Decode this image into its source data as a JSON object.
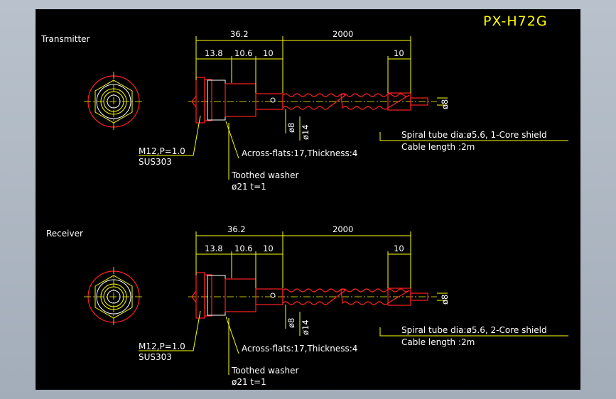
{
  "drawing": {
    "title": "PX-H72G",
    "colors": {
      "background": "#000000",
      "outline": "#ff2020",
      "dimension": "#ffff00",
      "text": "#ffffff"
    },
    "views": [
      {
        "label": "Transmitter",
        "dim_total": "36.2",
        "dim_cable": "2000",
        "dim_a": "13.8",
        "dim_b": "10.6",
        "dim_c": "10",
        "dim_end": "10",
        "dia_small": "ø8",
        "dia_large": "ø14",
        "dia_end": "ø8",
        "thread": "M12,P=1.0",
        "material": "SUS303",
        "across_flats": "Across-flats:17,Thickness:4",
        "washer_title": "Toothed washer",
        "washer_spec": "ø21  t=1",
        "spiral": "Spiral tube dia:ø5.6, 1-Core shield",
        "cable_length": "Cable length :2m"
      },
      {
        "label": "Receiver",
        "dim_total": "36.2",
        "dim_cable": "2000",
        "dim_a": "13.8",
        "dim_b": "10.6",
        "dim_c": "10",
        "dim_end": "10",
        "dia_small": "ø8",
        "dia_large": "ø14",
        "dia_end": "ø8",
        "thread": "M12,P=1.0",
        "material": "SUS303",
        "across_flats": "Across-flats:17,Thickness:4",
        "washer_title": "Toothed washer",
        "washer_spec": "ø21  t=1",
        "spiral": "Spiral tube dia:ø5.6, 2-Core shield",
        "cable_length": "Cable length :2m"
      }
    ]
  }
}
